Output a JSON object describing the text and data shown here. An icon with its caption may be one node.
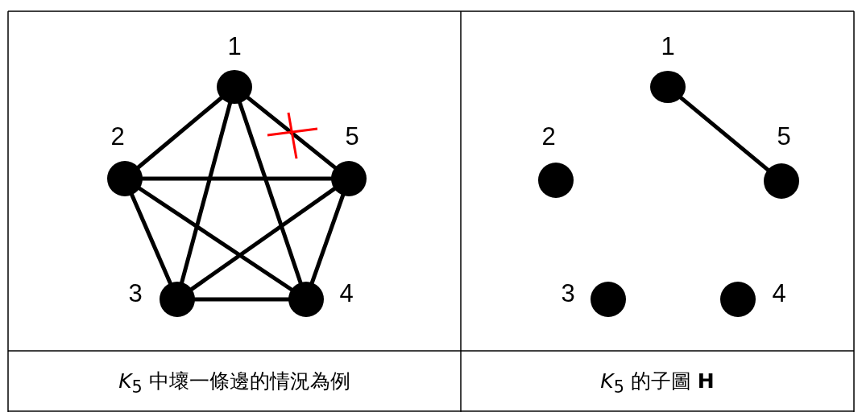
{
  "diagram": {
    "nodes": [
      {
        "text": [],
        "shape": "circle",
        "beside": [
          "1"
        ]
      },
      {
        "text": [],
        "shape": "circle",
        "beside": [
          "2"
        ]
      },
      {
        "text": [],
        "shape": "circle",
        "beside": [
          "5"
        ]
      },
      {
        "text": [],
        "shape": "circle",
        "beside": [
          "3"
        ]
      },
      {
        "text": [],
        "shape": "circle",
        "beside": [
          "4"
        ]
      },
      {
        "text": [],
        "shape": "circle",
        "beside": [
          "1"
        ]
      },
      {
        "text": [],
        "shape": "circle",
        "beside": [
          "2"
        ]
      },
      {
        "text": [],
        "shape": "circle",
        "beside": [
          "5"
        ]
      },
      {
        "text": [],
        "shape": "circle",
        "beside": [
          "3"
        ]
      },
      {
        "text": [],
        "shape": "circle",
        "beside": [
          "4"
        ]
      }
    ],
    "edges": [
      {
        "from": 0,
        "to": 1,
        "arrow": "none"
      },
      {
        "from": 0,
        "to": 2,
        "arrow": "none"
      },
      {
        "from": 0,
        "to": 3,
        "arrow": "none"
      },
      {
        "from": 0,
        "to": 4,
        "arrow": "none"
      },
      {
        "from": 1,
        "to": 2,
        "arrow": "none"
      },
      {
        "from": 1,
        "to": 3,
        "arrow": "none"
      },
      {
        "from": 1,
        "to": 4,
        "arrow": "none"
      },
      {
        "from": 2,
        "to": 3,
        "arrow": "none"
      },
      {
        "from": 2,
        "to": 4,
        "arrow": "none"
      },
      {
        "from": 3,
        "to": 4,
        "arrow": "none"
      },
      {
        "from": 5,
        "to": 7,
        "arrow": "none"
      }
    ],
    "labels": [
      "*K*$_{5}$ 中壞一條邊的情況為例",
      "*K*$_{5}$ 的子圖 **H**"
    ]
  }
}
